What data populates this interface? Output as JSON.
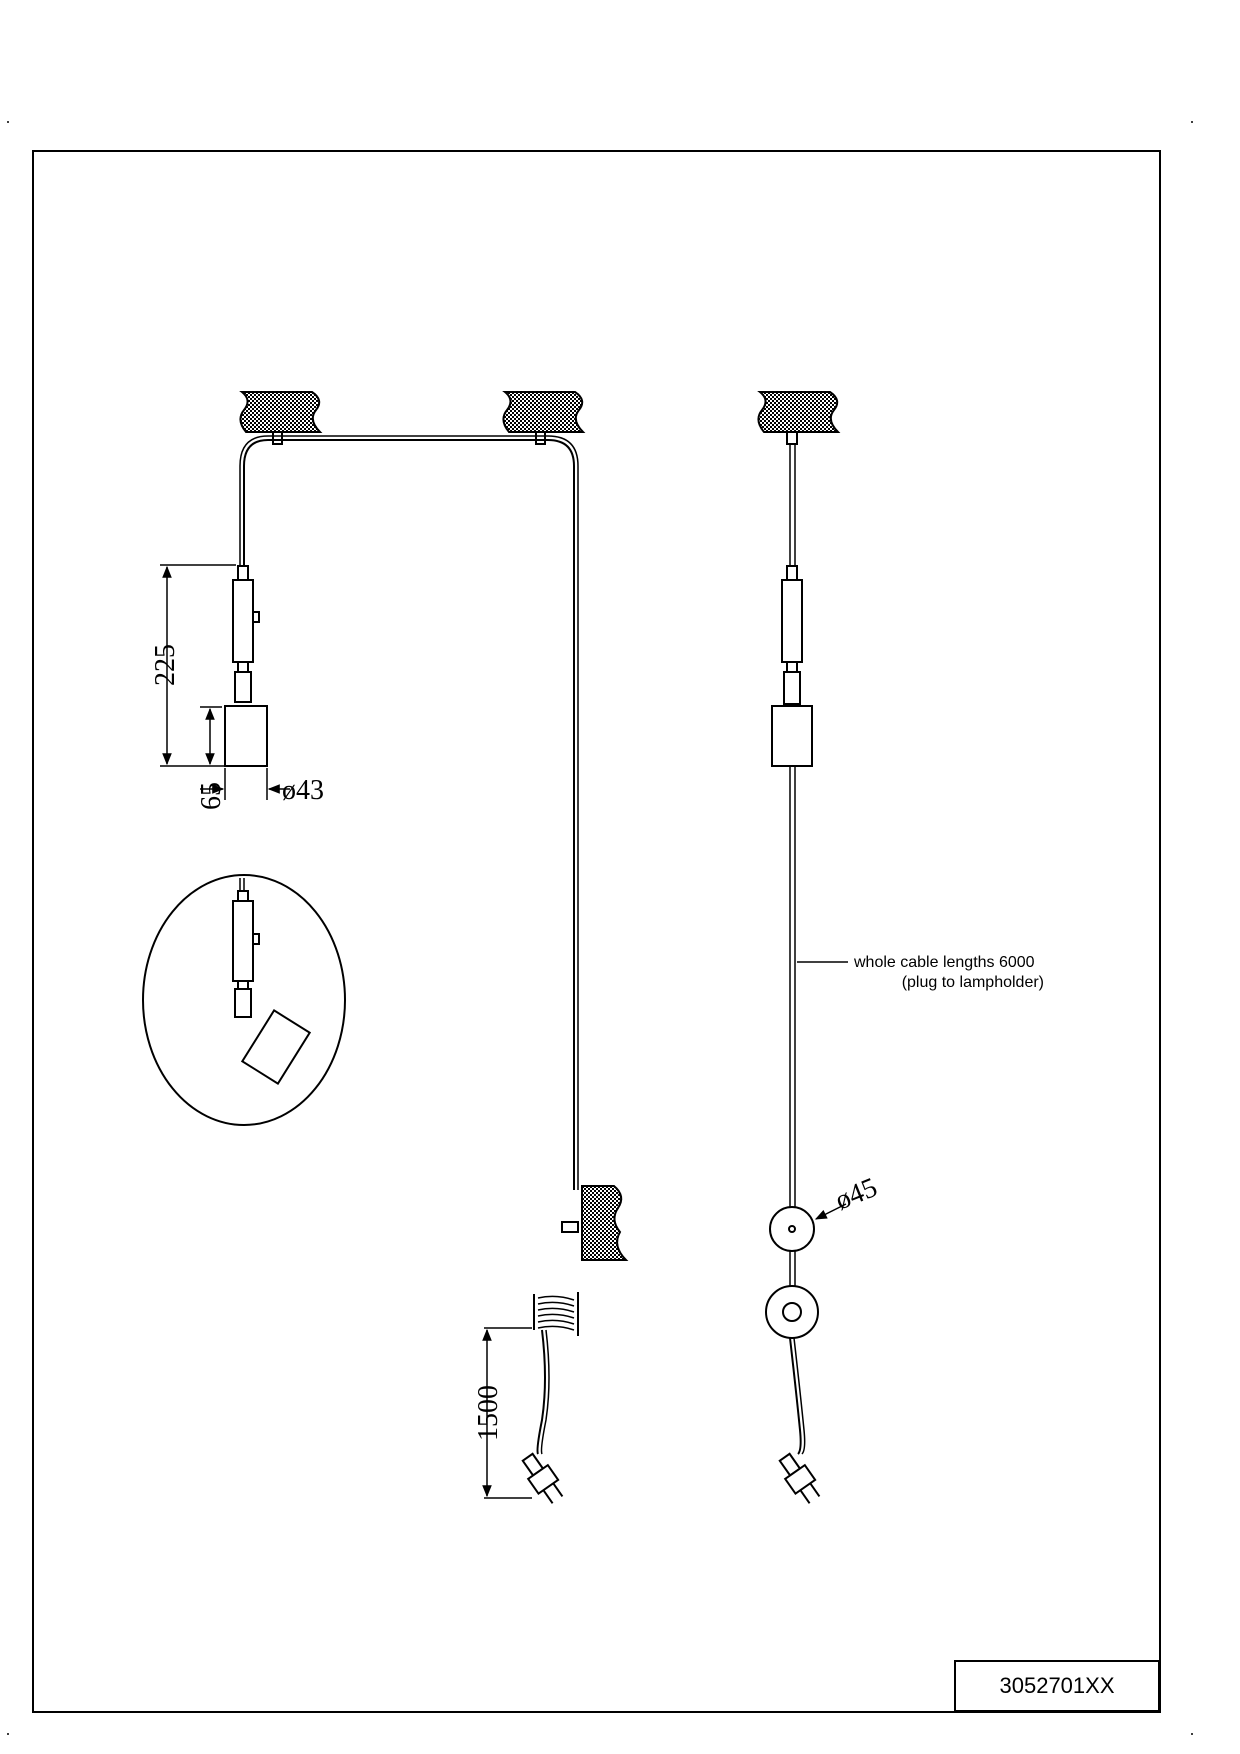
{
  "dimensions": {
    "height_225": "225",
    "height_65": "65",
    "diameter_43": "ø43",
    "diameter_45": "ø45",
    "cable_1500": "1500"
  },
  "annotation": {
    "line1": "whole cable lengths 6000",
    "line2": "(plug to lampholder)"
  },
  "title_block": {
    "part_number": "3052701XX"
  }
}
